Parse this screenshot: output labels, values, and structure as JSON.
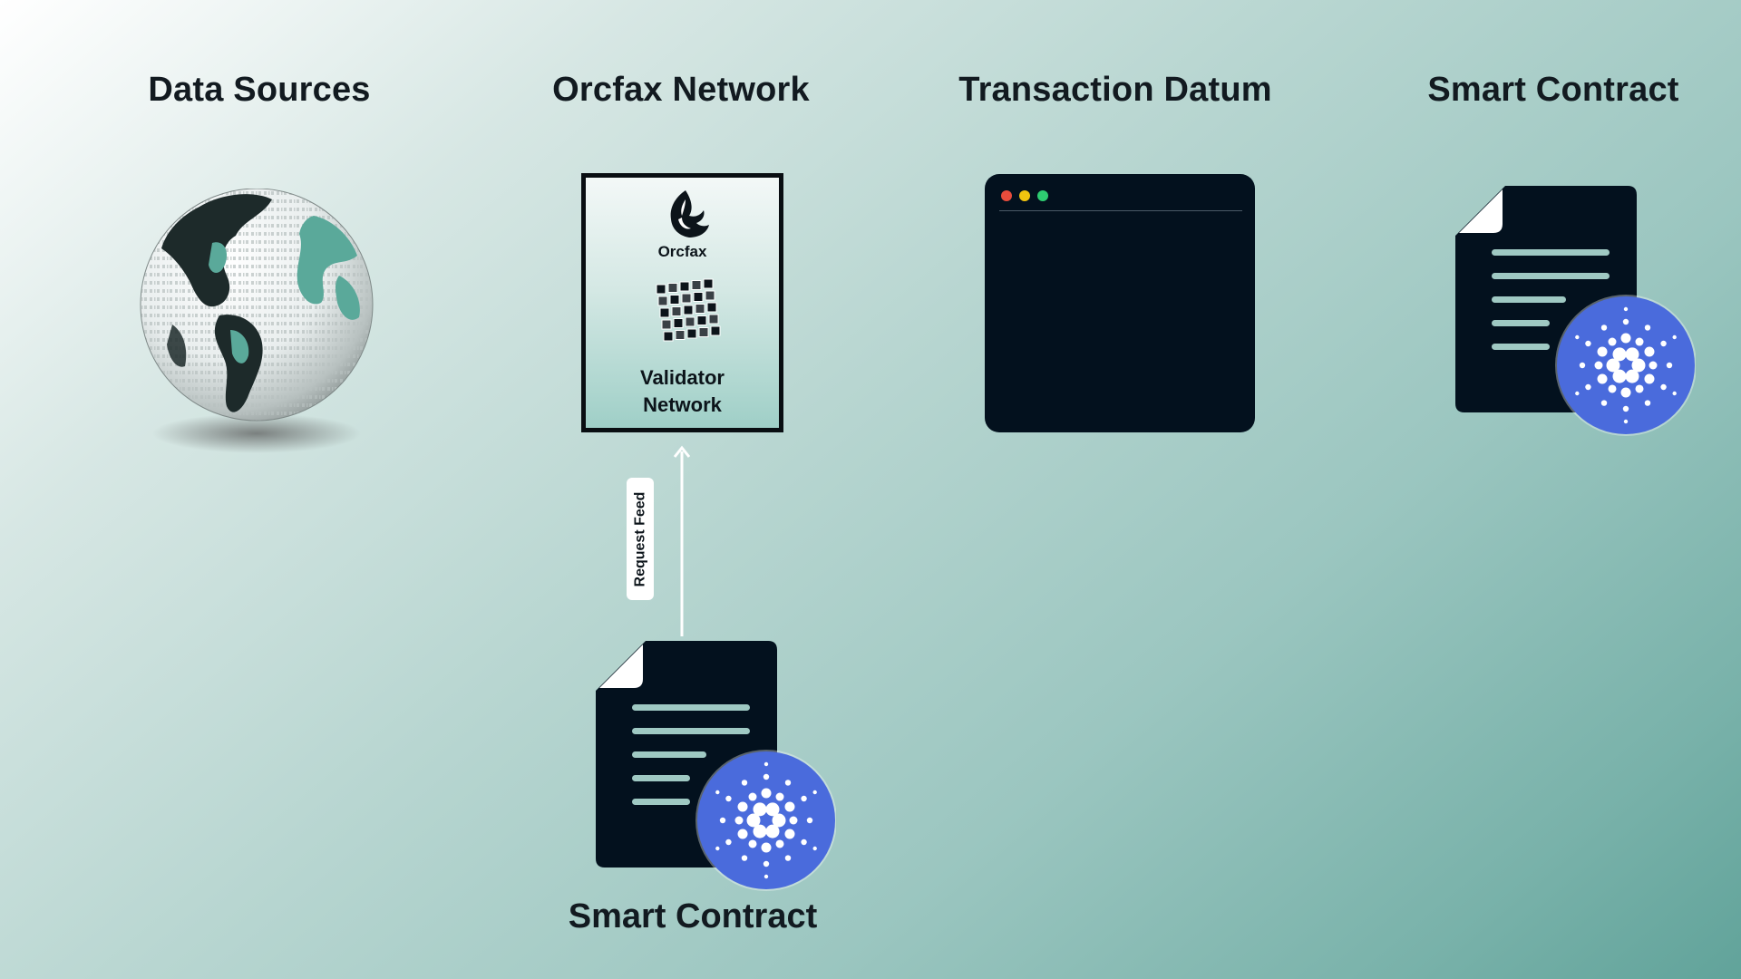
{
  "columns": {
    "data_sources": "Data Sources",
    "orcfax_network": "Orcfax Network",
    "transaction_datum": "Transaction Datum",
    "smart_contract": "Smart Contract"
  },
  "orcfax_box": {
    "brand": "Orcfax",
    "validator_line1": "Validator",
    "validator_line2": "Network"
  },
  "connector": {
    "label": "Request Feed"
  },
  "bottom": {
    "smart_contract": "Smart Contract"
  },
  "colors": {
    "contract_dark": "#03111e",
    "cardano_blue": "#4a6bdc",
    "traffic_red": "#e74c3c",
    "traffic_yellow": "#f1c40f",
    "traffic_green": "#2ecc71",
    "globe_teal": "#5aa99a"
  },
  "icons": [
    "globe-icon",
    "orca-icon",
    "cubes-icon",
    "document-icon",
    "cardano-icon",
    "arrow-up-icon"
  ]
}
